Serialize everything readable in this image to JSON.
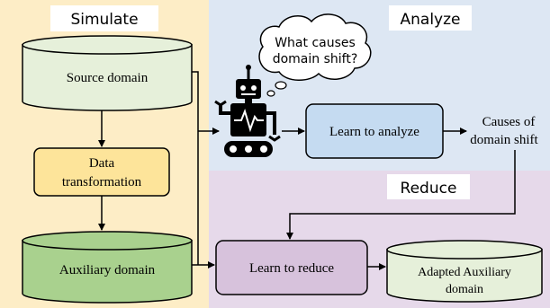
{
  "panels": {
    "simulate_title": "Simulate",
    "analyze_title": "Analyze",
    "reduce_title": "Reduce"
  },
  "nodes": {
    "source_domain": "Source domain",
    "data_transformation_line1": "Data",
    "data_transformation_line2": "transformation",
    "auxiliary_domain": "Auxiliary domain",
    "learn_to_analyze": "Learn to analyze",
    "causes_line1": "Causes of",
    "causes_line2": "domain shift",
    "learn_to_reduce": "Learn to reduce",
    "adapted_line1": "Adapted Auxiliary",
    "adapted_line2": "domain"
  },
  "thought_bubble": {
    "line1": "What causes",
    "line2": "domain shift?"
  },
  "icons": {
    "robot": "robot-icon"
  },
  "colors": {
    "simulate_bg": "#fdedc6",
    "analyze_bg": "#dde7f3",
    "reduce_bg": "#e6d9ea",
    "source_fill": "#e6f0da",
    "transform_fill": "#fde49a",
    "auxiliary_fill": "#a9d18e",
    "analyze_box_fill": "#c5dbf1",
    "reduce_box_fill": "#d7c2dc",
    "adapted_fill": "#e6f0da"
  }
}
